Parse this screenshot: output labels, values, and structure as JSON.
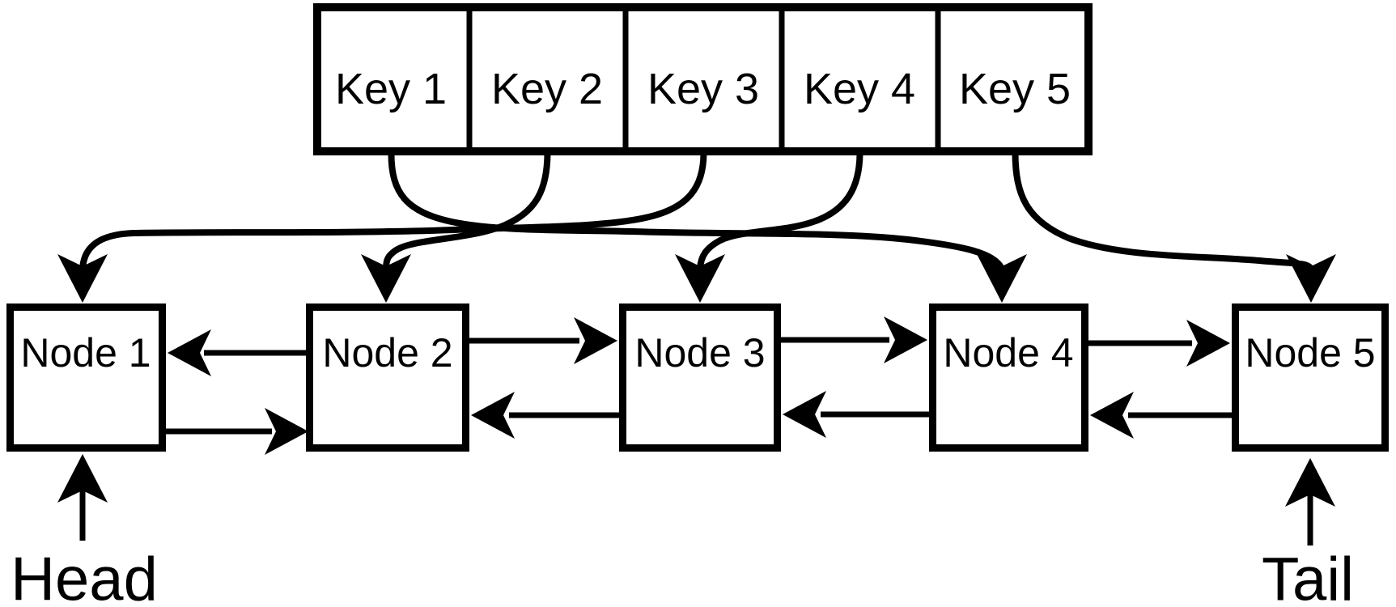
{
  "diagram": {
    "hash_table": {
      "keys": [
        {
          "label": "Key 1"
        },
        {
          "label": "Key 2"
        },
        {
          "label": "Key 3"
        },
        {
          "label": "Key 4"
        },
        {
          "label": "Key 5"
        }
      ]
    },
    "linked_list": {
      "nodes": [
        {
          "label": "Node 1"
        },
        {
          "label": "Node 2"
        },
        {
          "label": "Node 3"
        },
        {
          "label": "Node 4"
        },
        {
          "label": "Node 5"
        }
      ]
    },
    "key_to_node_pointers": [
      {
        "from": "Key 1",
        "to": "Node 4"
      },
      {
        "from": "Key 2",
        "to": "Node 2"
      },
      {
        "from": "Key 3",
        "to": "Node 1"
      },
      {
        "from": "Key 4",
        "to": "Node 3"
      },
      {
        "from": "Key 5",
        "to": "Node 5"
      }
    ],
    "node_links": [
      {
        "from": "Node 2",
        "to": "Node 1",
        "position": "upper"
      },
      {
        "from": "Node 1",
        "to": "Node 2",
        "position": "lower"
      },
      {
        "from": "Node 2",
        "to": "Node 3",
        "position": "upper"
      },
      {
        "from": "Node 3",
        "to": "Node 2",
        "position": "lower"
      },
      {
        "from": "Node 3",
        "to": "Node 4",
        "position": "upper"
      },
      {
        "from": "Node 4",
        "to": "Node 3",
        "position": "lower"
      },
      {
        "from": "Node 4",
        "to": "Node 5",
        "position": "upper"
      },
      {
        "from": "Node 5",
        "to": "Node 4",
        "position": "lower"
      }
    ],
    "pointers": {
      "head_label": "Head",
      "head_points_to": "Node 1",
      "tail_label": "Tail",
      "tail_points_to": "Node 5"
    },
    "colors": {
      "stroke": "#000000",
      "background": "#ffffff"
    }
  }
}
